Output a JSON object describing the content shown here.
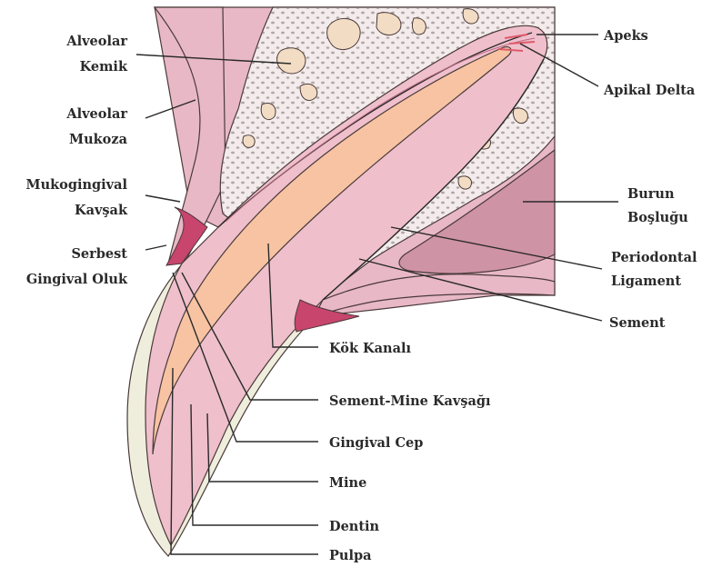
{
  "labels": {
    "alveolar_kemik": [
      "Alveolar",
      "Kemik"
    ],
    "alveolar_mukoza": [
      "Alveolar",
      "Mukoza"
    ],
    "mukogingival_kavsak": [
      "Mukogingival",
      "Kavşak"
    ],
    "serbest_gingival_oluk": [
      "Serbest",
      "Gingival Oluk"
    ],
    "apeks": "Apeks",
    "apikal_delta": "Apikal Delta",
    "burun_boslugu": [
      "Burun",
      "Boşluğu"
    ],
    "periodontal_ligament": [
      "Periodontal",
      "Ligament"
    ],
    "sement": "Sement",
    "kok_kanali": "Kök Kanalı",
    "sement_mine_kavsagi": "Sement-Mine Kavşağı",
    "gingival_cep": "Gingival Cep",
    "mine": "Mine",
    "dentin": "Dentin",
    "pulpa": "Pulpa"
  },
  "colors": {
    "mucosa": "#e8b8c6",
    "bone": "#f4ecec",
    "bone_islands": "#f2dcc4",
    "nasal_cavity": "#cf93a6",
    "dentin": "#efbfcc",
    "pulp": "#f7c3a2",
    "enamel": "#efeedd",
    "gingival_fold": "#c8456e",
    "outline": "#4a3a3a"
  }
}
